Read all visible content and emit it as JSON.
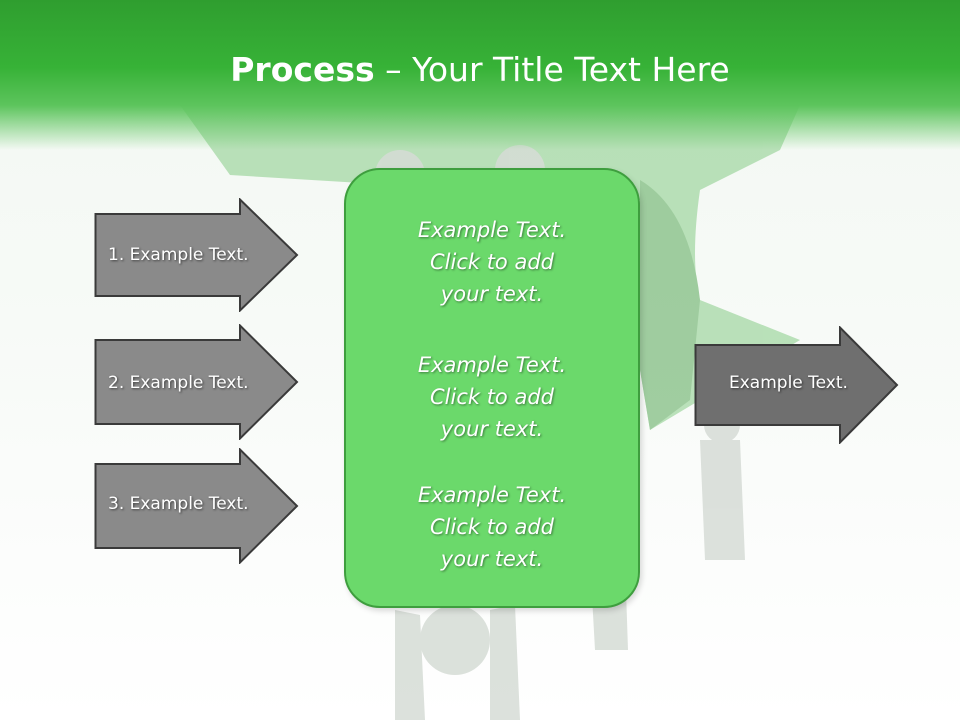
{
  "slide": {
    "title_bold": "Process",
    "title_rest": " – Your Title Text Here"
  },
  "left_arrows": [
    {
      "label": "1. Example Text."
    },
    {
      "label": "2. Example Text."
    },
    {
      "label": "3. Example Text."
    }
  ],
  "center_box": {
    "blocks": [
      {
        "line1": "Example Text.",
        "line2": "Click  to add",
        "line3": "your text."
      },
      {
        "line1": "Example Text.",
        "line2": "Click  to add",
        "line3": "your text."
      },
      {
        "line1": "Example Text.",
        "line2": "Click  to add",
        "line3": "your text."
      }
    ]
  },
  "right_arrow": {
    "label": "Example Text."
  },
  "colors": {
    "header_green": "#37b237",
    "box_fill": "#6bd96b",
    "box_border": "#3e9e3e",
    "arrow_fill": "#8a8a8a",
    "arrow_dark_fill": "#6f6f6f",
    "arrow_border": "#3a3a3a"
  }
}
